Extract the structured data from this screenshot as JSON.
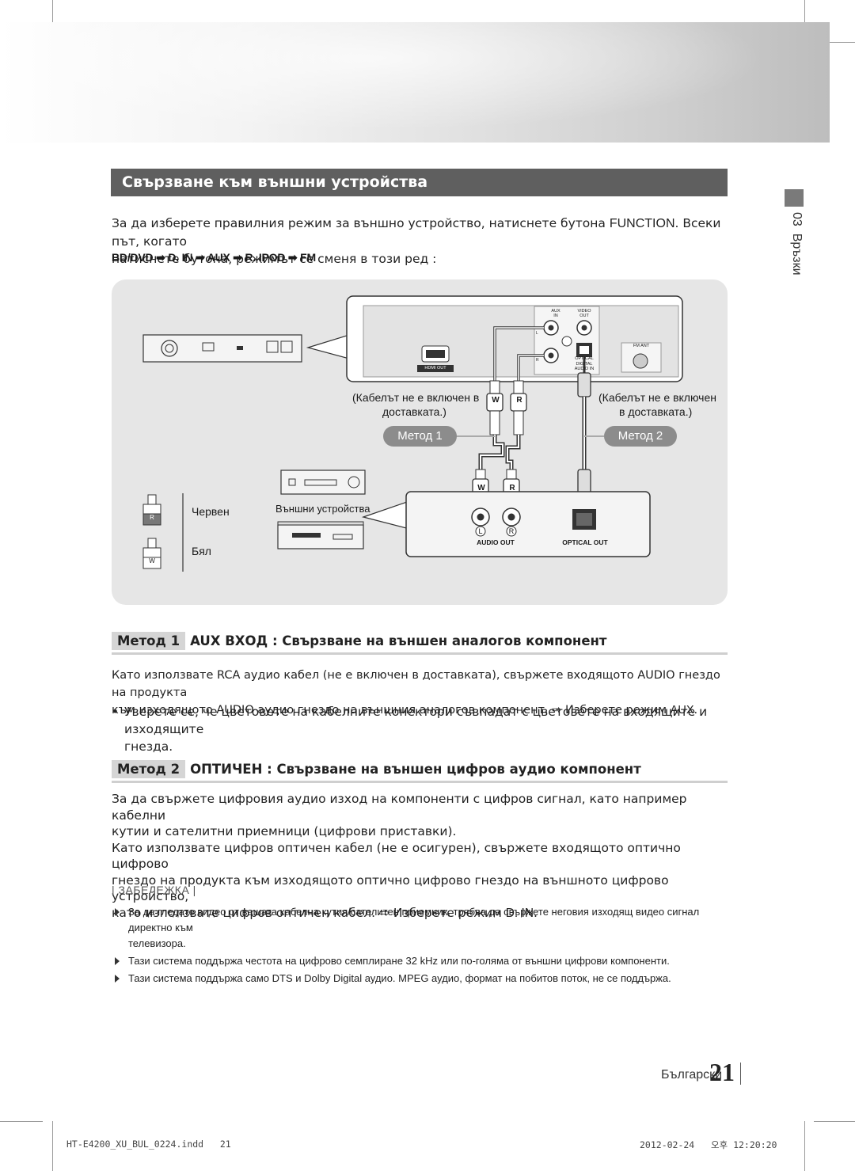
{
  "section_title": "Свързване към външни устройства",
  "intro": {
    "line1_pre": "За да изберете правилния режим за външно устройство, натиснете бутона ",
    "line1_key": "FUNCTION",
    "line1_post": ". Всеки път, когато",
    "line2": "натиснете бутона, режимът се сменя в този ред :",
    "sequence": "BD/DVD ➡ D. IN ➡ AUX ➡ R. IPOD ➡ FM"
  },
  "diagram": {
    "panel_labels": {
      "aux_in": "AUX\nIN",
      "video_out": "VIDEO\nOUT",
      "hdmi_out": "HDMI OUT",
      "optical": "OPTICAL",
      "digital_audio_in": "DIGITAL\nAUDIO IN",
      "fm_ant": "FM ANT",
      "l": "L",
      "r": "R"
    },
    "cable_note_left_1": "(Кабелът не е включен в",
    "cable_note_left_2": "доставката.)",
    "cable_note_right_1": "(Кабелът не е включен",
    "cable_note_right_2": "в доставката.)",
    "method1_label": "Метод 1",
    "method2_label": "Метод 2",
    "plug_w": "W",
    "plug_r": "R",
    "external_devices": "Външни устройства",
    "legend_red": "Червен",
    "legend_white": "Бял",
    "audio_out": "AUDIO OUT",
    "optical_out": "OPTICAL OUT",
    "jack_l": "L",
    "jack_r": "R"
  },
  "method1": {
    "tag": "Метод 1",
    "heading": "AUX ВХОД : Свързване на външен аналогов компонент",
    "text1": "Като използвате RCA аудио кабел (не е включен в доставката), свържете входящото AUDIO гнездо на продукта",
    "text2_pre": "към изходящото AUDIO аудио гнездо на външния аналогов компонент. ",
    "text2_arrow": "⇨",
    "text2_mid": " Изберете режим ",
    "text2_mode": "AUX",
    "text2_post": ".",
    "bullet1": "Уверете се, че цветовете на кабелните конектори съвпадат с цветовете на входящите и изходящите",
    "bullet2": "гнезда."
  },
  "method2": {
    "tag": "Метод 2",
    "heading": "ОПТИЧЕН : Свързване на външен цифров аудио компонент",
    "text1": "За да свържете цифровия аудио изход на компоненти с цифров сигнал, като например кабелни",
    "text2": "кутии и сателитни приемници (цифрови приставки).",
    "text3": "Като използвате цифров оптичен кабел (не е осигурен), свържете входящото оптично цифрово",
    "text4": "гнездо на продукта към изходящото оптично цифрово гнездо на външното цифрово устройство,",
    "text5_pre": "като използвате цифров оптичен кабел. ",
    "text5_arrow": "⇨",
    "text5_mid": " Изберете режим ",
    "text5_mode": "D. IN",
    "text5_post": "."
  },
  "note": {
    "heading": "| ЗАБЕЛЕЖКА |",
    "items": [
      "За да гледате видео от вашата кабелна кутия/сателитен приемник, трябва да свържете неговия изходящ видео сигнал директно към",
      "телевизора.",
      "Тази система поддържа честота на цифрово семплиране 32 kHz или по-голяма от външни цифрови компоненти.",
      "Тази система поддържа само DTS и Dolby Digital аудио. MPEG аудио, формат на побитов поток, не се поддържа."
    ]
  },
  "side_tab": {
    "number": "03",
    "label": "Връзки"
  },
  "page": {
    "language": "Български",
    "number": "21"
  },
  "footer": {
    "left": "HT-E4200_XU_BUL_0224.indd   21",
    "right": "2012-02-24   오후 12:20:20"
  }
}
